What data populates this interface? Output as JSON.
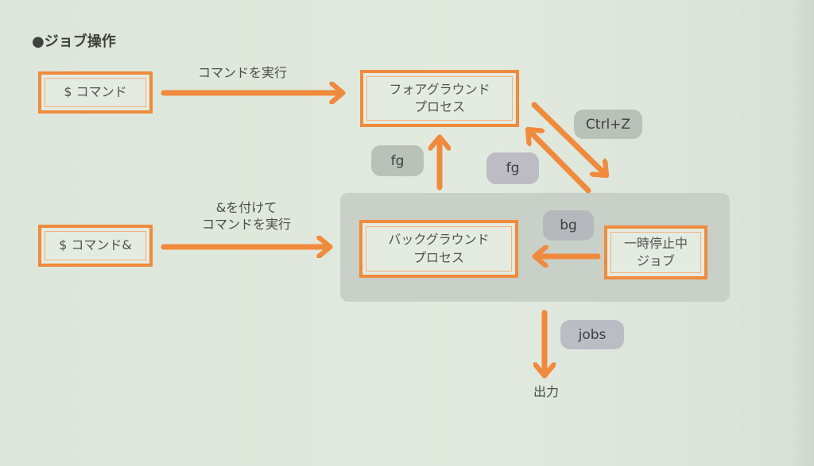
{
  "title": "●ジョブ操作",
  "nodes": {
    "command": "$ コマンド",
    "command_bg": "$ コマンド&",
    "foreground": "フォアグラウンド\nプロセス",
    "background": "バックグラウンド\nプロセス",
    "paused": "一時停止中\nジョブ",
    "output": "出力"
  },
  "edge_labels": {
    "run": "コマンドを実行",
    "run_amp": "&を付けて\nコマンドを実行",
    "ctrl_z": "Ctrl+Z",
    "fg_from_bg": "fg",
    "fg_from_paused": "fg",
    "bg": "bg",
    "jobs": "jobs"
  },
  "colors": {
    "accent": "#f08a3c",
    "pill": "#b9c1b9",
    "region": "#c8d0c8"
  }
}
